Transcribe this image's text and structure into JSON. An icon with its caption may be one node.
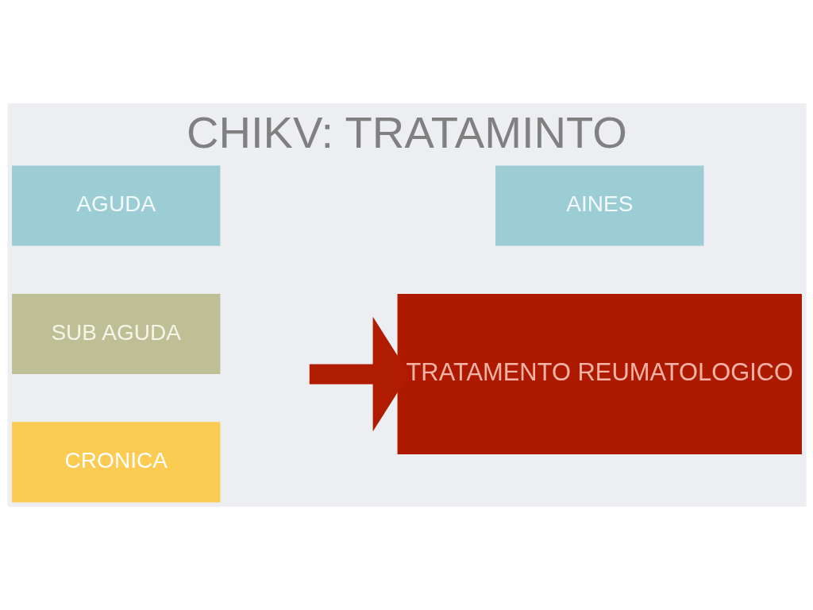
{
  "diagram": {
    "title": "CHIKV: TRATAMINTO",
    "nodes": [
      {
        "text": [
          "AGUDA"
        ]
      },
      {
        "text": [
          "SUB AGUDA"
        ]
      },
      {
        "text": [
          "CRONICA"
        ]
      },
      {
        "text": [
          "AINES"
        ]
      },
      {
        "text": [
          "TRATAMENTO REUMATOLOGICO"
        ]
      }
    ],
    "edges": [
      {
        "from": null,
        "to": 4,
        "arrow": "to",
        "color": "#b01c00"
      }
    ]
  }
}
